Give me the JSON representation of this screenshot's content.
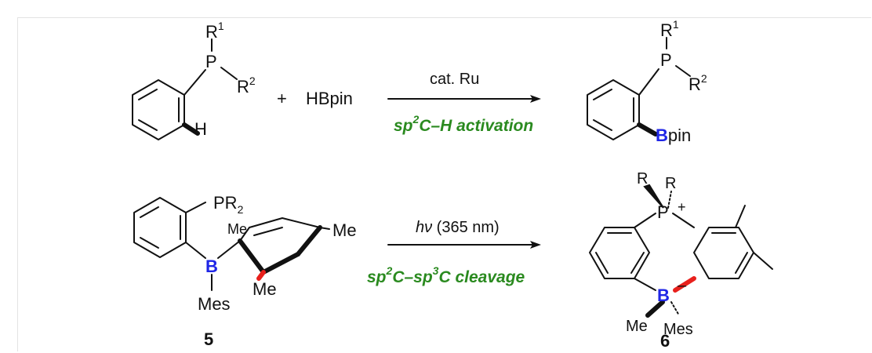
{
  "reaction1": {
    "sub_r1": "R",
    "sub_r1_sup": "1",
    "sub_p": "P",
    "sub_r2": "R",
    "sub_r2_sup": "2",
    "sub_h": "H",
    "plus": "+",
    "reagent": "HBpin",
    "cond_top": "cat. Ru",
    "cond_bottom_a": "sp",
    "cond_bottom_sup": "2",
    "cond_bottom_b": "C–H activation",
    "prod_r1": "R",
    "prod_r1_sup": "1",
    "prod_p": "P",
    "prod_r2": "R",
    "prod_r2_sup": "2",
    "prod_b": "B",
    "prod_pin": "pin"
  },
  "reaction2": {
    "sm_pr": "PR",
    "sm_pr_sub": "2",
    "sm_b": "B",
    "sm_mes": "Mes",
    "sm_me1": "Me",
    "sm_me2": "Me",
    "sm_me3": "Me",
    "cond_top_hv": "hν",
    "cond_top_rest": " (365 nm)",
    "cond_bottom_a": "sp",
    "cond_bottom_sup1": "2",
    "cond_bottom_b": "C–sp",
    "cond_bottom_sup2": "3",
    "cond_bottom_c": "C cleavage",
    "prod_ra": "R",
    "prod_rb": "R",
    "prod_p": "P",
    "prod_plus": "+",
    "prod_b": "B",
    "prod_minus": "–",
    "prod_me": "Me",
    "prod_mes": "Mes"
  },
  "labels": {
    "compound_5": "5",
    "compound_6": "6"
  },
  "colors": {
    "green": "#2a8a1f",
    "blue": "#1f26e6",
    "red": "#e8201c"
  }
}
